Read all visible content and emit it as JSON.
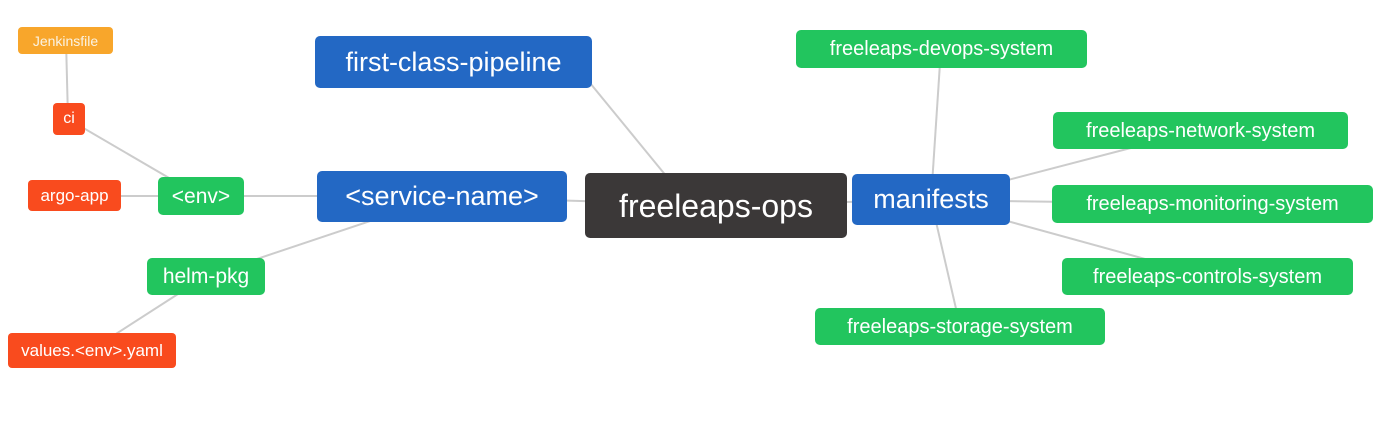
{
  "diagram": {
    "title": "freeleaps-ops repository structure mind map",
    "background": "#ffffff",
    "edge_color": "#cccccc",
    "colors": {
      "blue": "#2368c4",
      "dark": "#3b3838",
      "green": "#22c55e",
      "orange_red": "#f94b1e",
      "amber": "#f8a62b",
      "node_text": "#ffffff"
    },
    "nodes": {
      "jenkinsfile": {
        "label": "Jenkinsfile",
        "color": "#f8a62b"
      },
      "ci": {
        "label": "ci",
        "color": "#f94b1e"
      },
      "argo_app": {
        "label": "argo-app",
        "color": "#f94b1e"
      },
      "env": {
        "label": "<env>",
        "color": "#22c55e"
      },
      "helm_pkg": {
        "label": "helm-pkg",
        "color": "#22c55e"
      },
      "values_yaml": {
        "label": "values.<env>.yaml",
        "color": "#f94b1e"
      },
      "service_name": {
        "label": "<service-name>",
        "color": "#2368c4"
      },
      "first_class_pipeline": {
        "label": "first-class-pipeline",
        "color": "#2368c4"
      },
      "freeleaps_ops": {
        "label": "freeleaps-ops",
        "color": "#3b3838"
      },
      "manifests": {
        "label": "manifests",
        "color": "#2368c4"
      },
      "devops_system": {
        "label": "freeleaps-devops-system",
        "color": "#22c55e"
      },
      "network_system": {
        "label": "freeleaps-network-system",
        "color": "#22c55e"
      },
      "monitoring_system": {
        "label": "freeleaps-monitoring-system",
        "color": "#22c55e"
      },
      "controls_system": {
        "label": "freeleaps-controls-system",
        "color": "#22c55e"
      },
      "storage_system": {
        "label": "freeleaps-storage-system",
        "color": "#22c55e"
      }
    },
    "edges": [
      {
        "from": "jenkinsfile",
        "to": "ci"
      },
      {
        "from": "ci",
        "to": "env"
      },
      {
        "from": "argo_app",
        "to": "env"
      },
      {
        "from": "env",
        "to": "service_name"
      },
      {
        "from": "helm_pkg",
        "to": "service_name"
      },
      {
        "from": "values_yaml",
        "to": "helm_pkg"
      },
      {
        "from": "service_name",
        "to": "freeleaps_ops"
      },
      {
        "from": "first_class_pipeline",
        "to": "freeleaps_ops"
      },
      {
        "from": "freeleaps_ops",
        "to": "manifests"
      },
      {
        "from": "manifests",
        "to": "devops_system"
      },
      {
        "from": "manifests",
        "to": "network_system"
      },
      {
        "from": "manifests",
        "to": "monitoring_system"
      },
      {
        "from": "manifests",
        "to": "controls_system"
      },
      {
        "from": "manifests",
        "to": "storage_system"
      }
    ]
  }
}
